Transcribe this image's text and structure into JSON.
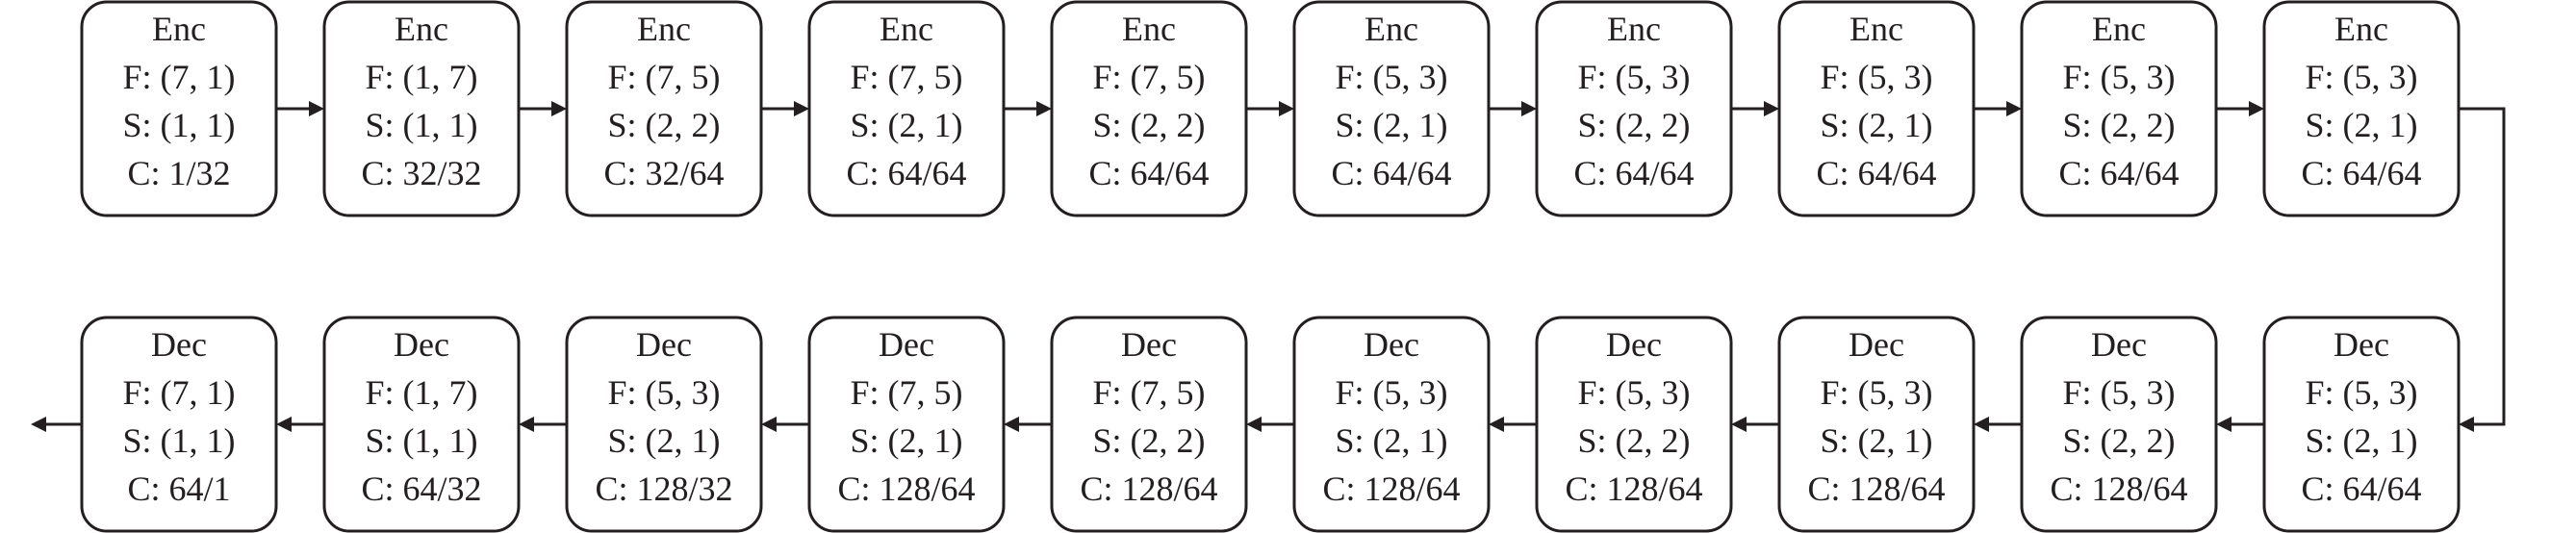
{
  "encoder_blocks": [
    {
      "type": "Enc",
      "filter": "F: (7, 1)",
      "stride": "S: (1, 1)",
      "channels": "C: 1/32"
    },
    {
      "type": "Enc",
      "filter": "F: (1, 7)",
      "stride": "S: (1, 1)",
      "channels": "C: 32/32"
    },
    {
      "type": "Enc",
      "filter": "F: (7, 5)",
      "stride": "S: (2, 2)",
      "channels": "C: 32/64"
    },
    {
      "type": "Enc",
      "filter": "F: (7, 5)",
      "stride": "S: (2, 1)",
      "channels": "C: 64/64"
    },
    {
      "type": "Enc",
      "filter": "F: (7, 5)",
      "stride": "S: (2, 2)",
      "channels": "C: 64/64"
    },
    {
      "type": "Enc",
      "filter": "F: (5, 3)",
      "stride": "S: (2, 1)",
      "channels": "C: 64/64"
    },
    {
      "type": "Enc",
      "filter": "F: (5, 3)",
      "stride": "S: (2, 2)",
      "channels": "C: 64/64"
    },
    {
      "type": "Enc",
      "filter": "F: (5, 3)",
      "stride": "S: (2, 1)",
      "channels": "C: 64/64"
    },
    {
      "type": "Enc",
      "filter": "F: (5, 3)",
      "stride": "S: (2, 2)",
      "channels": "C: 64/64"
    },
    {
      "type": "Enc",
      "filter": "F: (5, 3)",
      "stride": "S: (2, 1)",
      "channels": "C: 64/64"
    }
  ],
  "decoder_blocks": [
    {
      "type": "Dec",
      "filter": "F: (7, 1)",
      "stride": "S: (1, 1)",
      "channels": "C: 64/1"
    },
    {
      "type": "Dec",
      "filter": "F: (1, 7)",
      "stride": "S: (1, 1)",
      "channels": "C: 64/32"
    },
    {
      "type": "Dec",
      "filter": "F: (5, 3)",
      "stride": "S: (2, 1)",
      "channels": "C: 128/32"
    },
    {
      "type": "Dec",
      "filter": "F: (7, 5)",
      "stride": "S: (2, 1)",
      "channels": "C: 128/64"
    },
    {
      "type": "Dec",
      "filter": "F: (7, 5)",
      "stride": "S: (2, 2)",
      "channels": "C: 128/64"
    },
    {
      "type": "Dec",
      "filter": "F: (5, 3)",
      "stride": "S: (2, 1)",
      "channels": "C: 128/64"
    },
    {
      "type": "Dec",
      "filter": "F: (5, 3)",
      "stride": "S: (2, 2)",
      "channels": "C: 128/64"
    },
    {
      "type": "Dec",
      "filter": "F: (5, 3)",
      "stride": "S: (2, 1)",
      "channels": "C: 128/64"
    },
    {
      "type": "Dec",
      "filter": "F: (5, 3)",
      "stride": "S: (2, 2)",
      "channels": "C: 128/64"
    },
    {
      "type": "Dec",
      "filter": "F: (5, 3)",
      "stride": "S: (2, 1)",
      "channels": "C: 64/64"
    }
  ]
}
